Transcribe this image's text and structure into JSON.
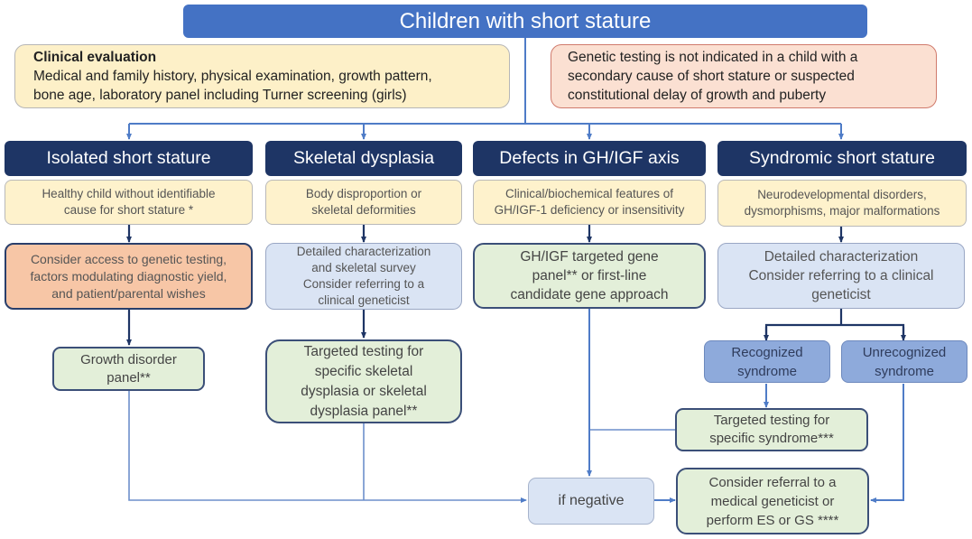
{
  "title": "Children with short stature",
  "clinical_evaluation": {
    "heading": "Clinical evaluation",
    "line1": "Medical and family history, physical examination, growth pattern,",
    "line2": "bone age, laboratory panel including Turner screening (girls)"
  },
  "genetic_note": {
    "line1": "Genetic testing is not indicated in a child with a",
    "line2": "secondary cause of short stature or suspected",
    "line3": "constitutional delay of growth and puberty"
  },
  "categories": [
    {
      "title": "Isolated short stature",
      "description": [
        "Healthy child without identifiable",
        "cause for short stature *"
      ],
      "step": [
        "Consider access to genetic testing,",
        "factors modulating diagnostic yield,",
        "and patient/parental wishes"
      ],
      "test": [
        "Growth disorder",
        "panel**"
      ]
    },
    {
      "title": "Skeletal dysplasia",
      "description": [
        "Body disproportion or",
        "skeletal deformities"
      ],
      "step": [
        "Detailed characterization",
        "and skeletal survey",
        "Consider referring to a",
        "clinical geneticist"
      ],
      "test": [
        "Targeted testing for",
        "specific skeletal",
        "dysplasia or skeletal",
        "dysplasia panel**"
      ]
    },
    {
      "title": "Defects in GH/IGF axis",
      "description": [
        "Clinical/biochemical features of",
        "GH/IGF-1 deficiency or insensitivity"
      ],
      "step": [
        "GH/IGF targeted gene",
        "panel** or first-line",
        "candidate gene approach"
      ]
    },
    {
      "title": "Syndromic short stature",
      "description": [
        "Neurodevelopmental disorders,",
        "dysmorphisms, major malformations"
      ],
      "step": [
        "Detailed characterization",
        "Consider referring to a clinical",
        "geneticist"
      ],
      "branches": {
        "recognized": [
          "Recognized",
          "syndrome"
        ],
        "unrecognized": [
          "Unrecognized",
          "syndrome"
        ]
      },
      "test": [
        "Targeted testing for",
        "specific syndrome***"
      ]
    }
  ],
  "if_negative": "if negative",
  "final_step": [
    "Consider referral to a",
    "medical geneticist or",
    "perform ES or GS ****"
  ],
  "colors": {
    "title_blue": "#4472c4",
    "category_navy": "#1e3565",
    "description_yellow": "#fef2cc",
    "orange": "#f7c6a6",
    "light_blue": "#dae4f4",
    "green": "#e3efd9",
    "medium_blue": "#8eaadb",
    "connector_blue": "#4f7cc7",
    "connector_navy": "#1e3565"
  }
}
